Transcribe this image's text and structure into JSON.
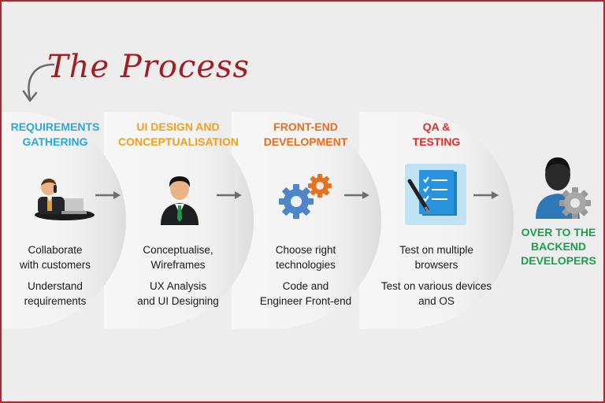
{
  "title": "The Process",
  "colors": {
    "requirements": "#29a8d9",
    "design": "#f0a01f",
    "frontend": "#ec6a1c",
    "qa": "#e32a2a",
    "backend": "#1aa04a",
    "title": "#a01e24",
    "border": "#b0282e"
  },
  "stages": [
    {
      "heading": [
        "REQUIREMENTS",
        "GATHERING"
      ],
      "icon": "businessman-on-phone-icon",
      "items": [
        [
          "Collaborate",
          "with customers"
        ],
        [
          "Understand",
          "requirements"
        ]
      ]
    },
    {
      "heading": [
        "UI DESIGN AND",
        "CONCEPTUALISATION"
      ],
      "icon": "designer-person-icon",
      "items": [
        [
          "Conceptualise,",
          "Wireframes"
        ],
        [
          "UX Analysis",
          "and UI Designing"
        ]
      ]
    },
    {
      "heading": [
        "FRONT-END",
        "DEVELOPMENT"
      ],
      "icon": "gears-icon",
      "items": [
        [
          "Choose right",
          "technologies"
        ],
        [
          "Code and",
          "Engineer Front-end"
        ]
      ]
    },
    {
      "heading": [
        "QA &",
        "TESTING"
      ],
      "icon": "checklist-pen-icon",
      "items": [
        [
          "Test on multiple",
          "browsers"
        ],
        [
          "Test on various devices",
          "and OS"
        ]
      ]
    }
  ],
  "final": {
    "heading": [
      "OVER TO THE",
      "BACKEND",
      "DEVELOPERS"
    ],
    "icon": "developer-with-gear-icon"
  }
}
